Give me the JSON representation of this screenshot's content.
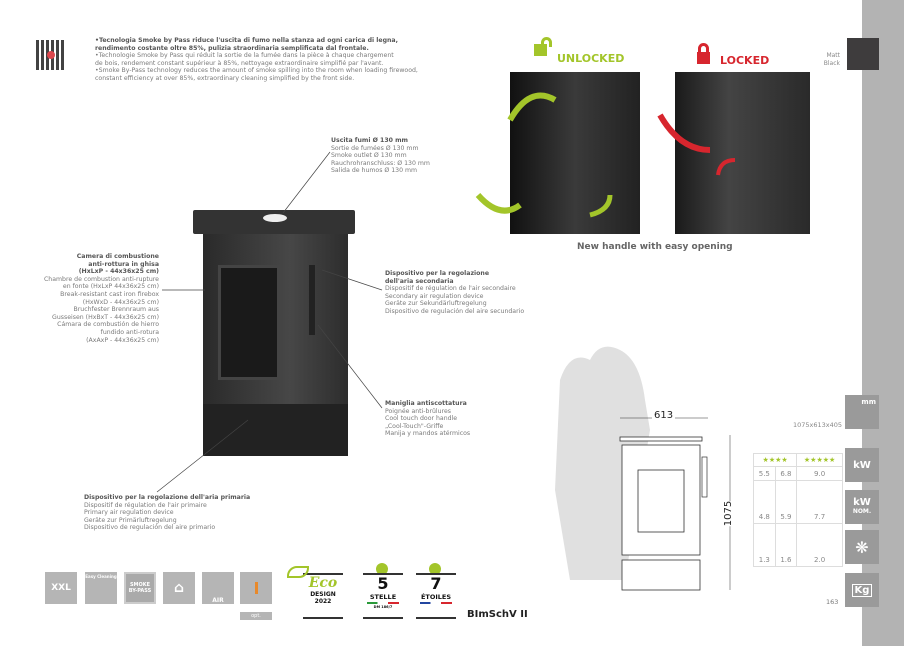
{
  "intro": {
    "lines": [
      "•Tecnologia Smoke by Pass riduce l'uscita di fumo nella stanza ad ogni carica di legna,",
      "rendimento costante oltre 85%, pulizia straordinaria semplificata dal frontale.",
      "•Technologie Smoke by Pass qui réduit la sortie de la fumée dans la pièce à chaque chargement",
      "de bois, rendement constant supérieur à 85%, nettoyage extraordinaire simplifié par l'avant.",
      "•Smoke By-Pass technology reduces the amount of smoke spilling into the room when loading firewood,",
      "constant efficiency at over 85%, extraordinary cleaning simplified by the front side."
    ]
  },
  "callouts": {
    "flue": [
      "Uscita fumi Ø 130 mm",
      "Sortie de fumées Ø 130 mm",
      "Smoke outlet Ø 130 mm",
      "Rauchrohranschluss: Ø 130 mm",
      "Salida de humos Ø  130 mm"
    ],
    "chamber": [
      "Camera di combustione",
      "anti-rottura in ghisa",
      "(HxLxP - 44x36x25 cm)",
      "Chambre de combustion anti-rupture",
      "en fonte (HxLxP 44x36x25 cm)",
      "Break-resistant cast iron firebox",
      "(HxWxD - 44x36x25 cm)",
      "Bruchfester Brennraum aus",
      "Gusseisen (HxBxT - 44x36x25 cm)",
      "Cámara de combustión de hierro",
      "fundido anti-rotura",
      "(AxAxP - 44x36x25 cm)"
    ],
    "secondary": [
      "Dispositivo per la regolazione",
      "dell'aria secondaria",
      "Dispositif de régulation de l'air secondaire",
      "Secondary air regulation device",
      "Geräte zur Sekundärluftregelung",
      "Dispositivo de regulación del aire secundario"
    ],
    "handle": [
      "Maniglia antiscottatura",
      "Poignée anti-brûlures",
      "Cool touch door handle",
      "„Cool-Touch\"-Griffe",
      "Manija y mandos atérmicos"
    ],
    "primary": [
      "Dispositivo per la regolazione dell'aria primaria",
      "Dispositif de régulation de l'air primaire",
      "Primary air regulation device",
      "Geräte zur Primärluftregelung",
      "Dispositivo de regulación del aire primario"
    ]
  },
  "handle_section": {
    "unlocked": "UNLOCKED",
    "locked": "LOCKED",
    "caption": "New handle with easy opening"
  },
  "finish": {
    "label1": "Matt",
    "label2": "Black",
    "color": "#3e3c3d"
  },
  "drawing": {
    "width": "613",
    "height": "1075"
  },
  "specs": {
    "dimensions": "1075x613x405",
    "stars4": "★★★★",
    "stars5": "★★★★★",
    "rows": [
      [
        "5.5",
        "6.8",
        "9.0"
      ],
      [
        "4.8",
        "5.9",
        "7.7"
      ],
      [
        "1.3",
        "1.6",
        "2.0"
      ]
    ]
  },
  "side_icons": {
    "mm": "mm",
    "kw": "kW",
    "kwnom": "kW",
    "nom": "NOM.",
    "kg": "Kg"
  },
  "bottom_icons": {
    "xxl": "XXL",
    "easy": "Easy Cleaning",
    "smoke": "SMOKE BY-PASS",
    "air": "AIR",
    "opt": "opt."
  },
  "badges": {
    "eco": "Eco",
    "design": "DESIGN",
    "year": "2022",
    "five": "5",
    "stelle": "STELLE",
    "dm": "DM 186/7",
    "seven": "7",
    "etoiles": "ÉTOILES",
    "blm": "BImSchV II"
  },
  "page_number": "163",
  "colors": {
    "green": "#a3c52a",
    "red": "#d7262e"
  }
}
